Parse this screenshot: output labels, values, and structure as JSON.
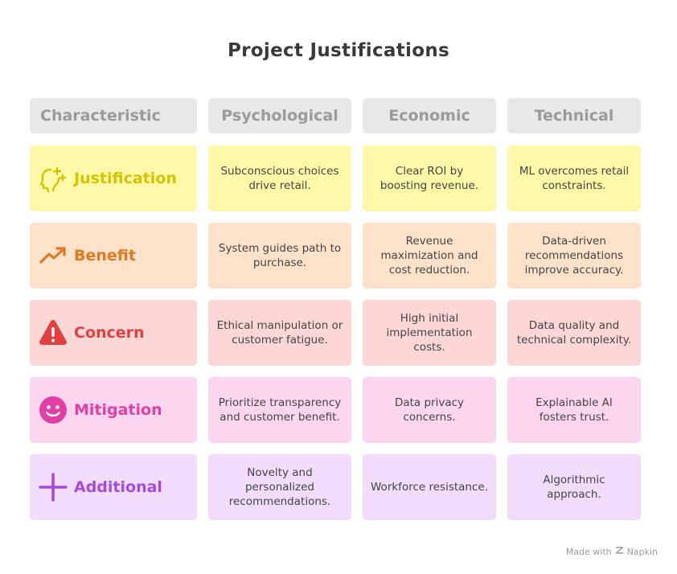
{
  "title": "Project Justifications",
  "headers": [
    "Characteristic",
    "Psychological",
    "Economic",
    "Technical"
  ],
  "rows": [
    {
      "label": "Justification",
      "icon": "head-sparkle-icon",
      "color": "#d4c400",
      "psychological": "Subconscious choices drive retail.",
      "economic": "Clear ROI by boosting revenue.",
      "technical": "ML overcomes retail constraints."
    },
    {
      "label": "Benefit",
      "icon": "trending-up-icon",
      "color": "#e07a22",
      "psychological": "System guides path to purchase.",
      "economic": "Revenue maximization and cost reduction.",
      "technical": "Data-driven recommendations improve accuracy."
    },
    {
      "label": "Concern",
      "icon": "warning-icon",
      "color": "#e0413e",
      "psychological": "Ethical manipulation or customer fatigue.",
      "economic": "High initial implementation costs.",
      "technical": "Data quality and technical complexity."
    },
    {
      "label": "Mitigation",
      "icon": "smiley-icon",
      "color": "#e03fa6",
      "psychological": "Prioritize transparency and customer benefit.",
      "economic": "Data privacy concerns.",
      "technical": "Explainable AI fosters trust."
    },
    {
      "label": "Additional",
      "icon": "plus-icon",
      "color": "#a64ad8",
      "psychological": "Novelty and personalized recommendations.",
      "economic": "Workforce resistance.",
      "technical": "Algorithmic approach."
    }
  ],
  "footer": {
    "made_with": "Made with",
    "brand": "Napkin"
  }
}
